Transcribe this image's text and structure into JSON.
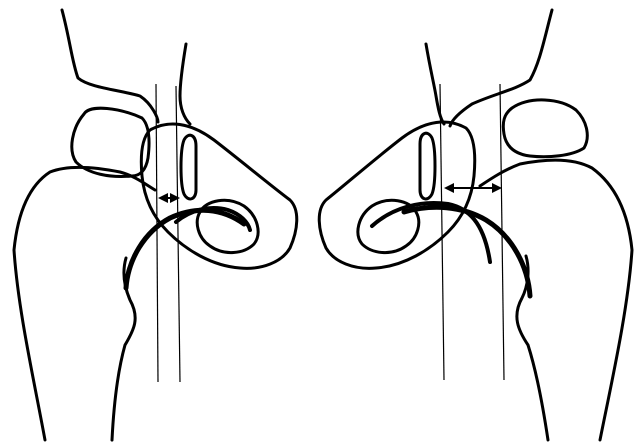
{
  "figure": {
    "background": "#ffffff",
    "line_color": "#000000",
    "views": [
      {
        "side": "left",
        "arrow": "double-headed",
        "arrow_size": "short"
      },
      {
        "side": "right",
        "arrow": "double-headed",
        "arrow_size": "long"
      }
    ]
  }
}
